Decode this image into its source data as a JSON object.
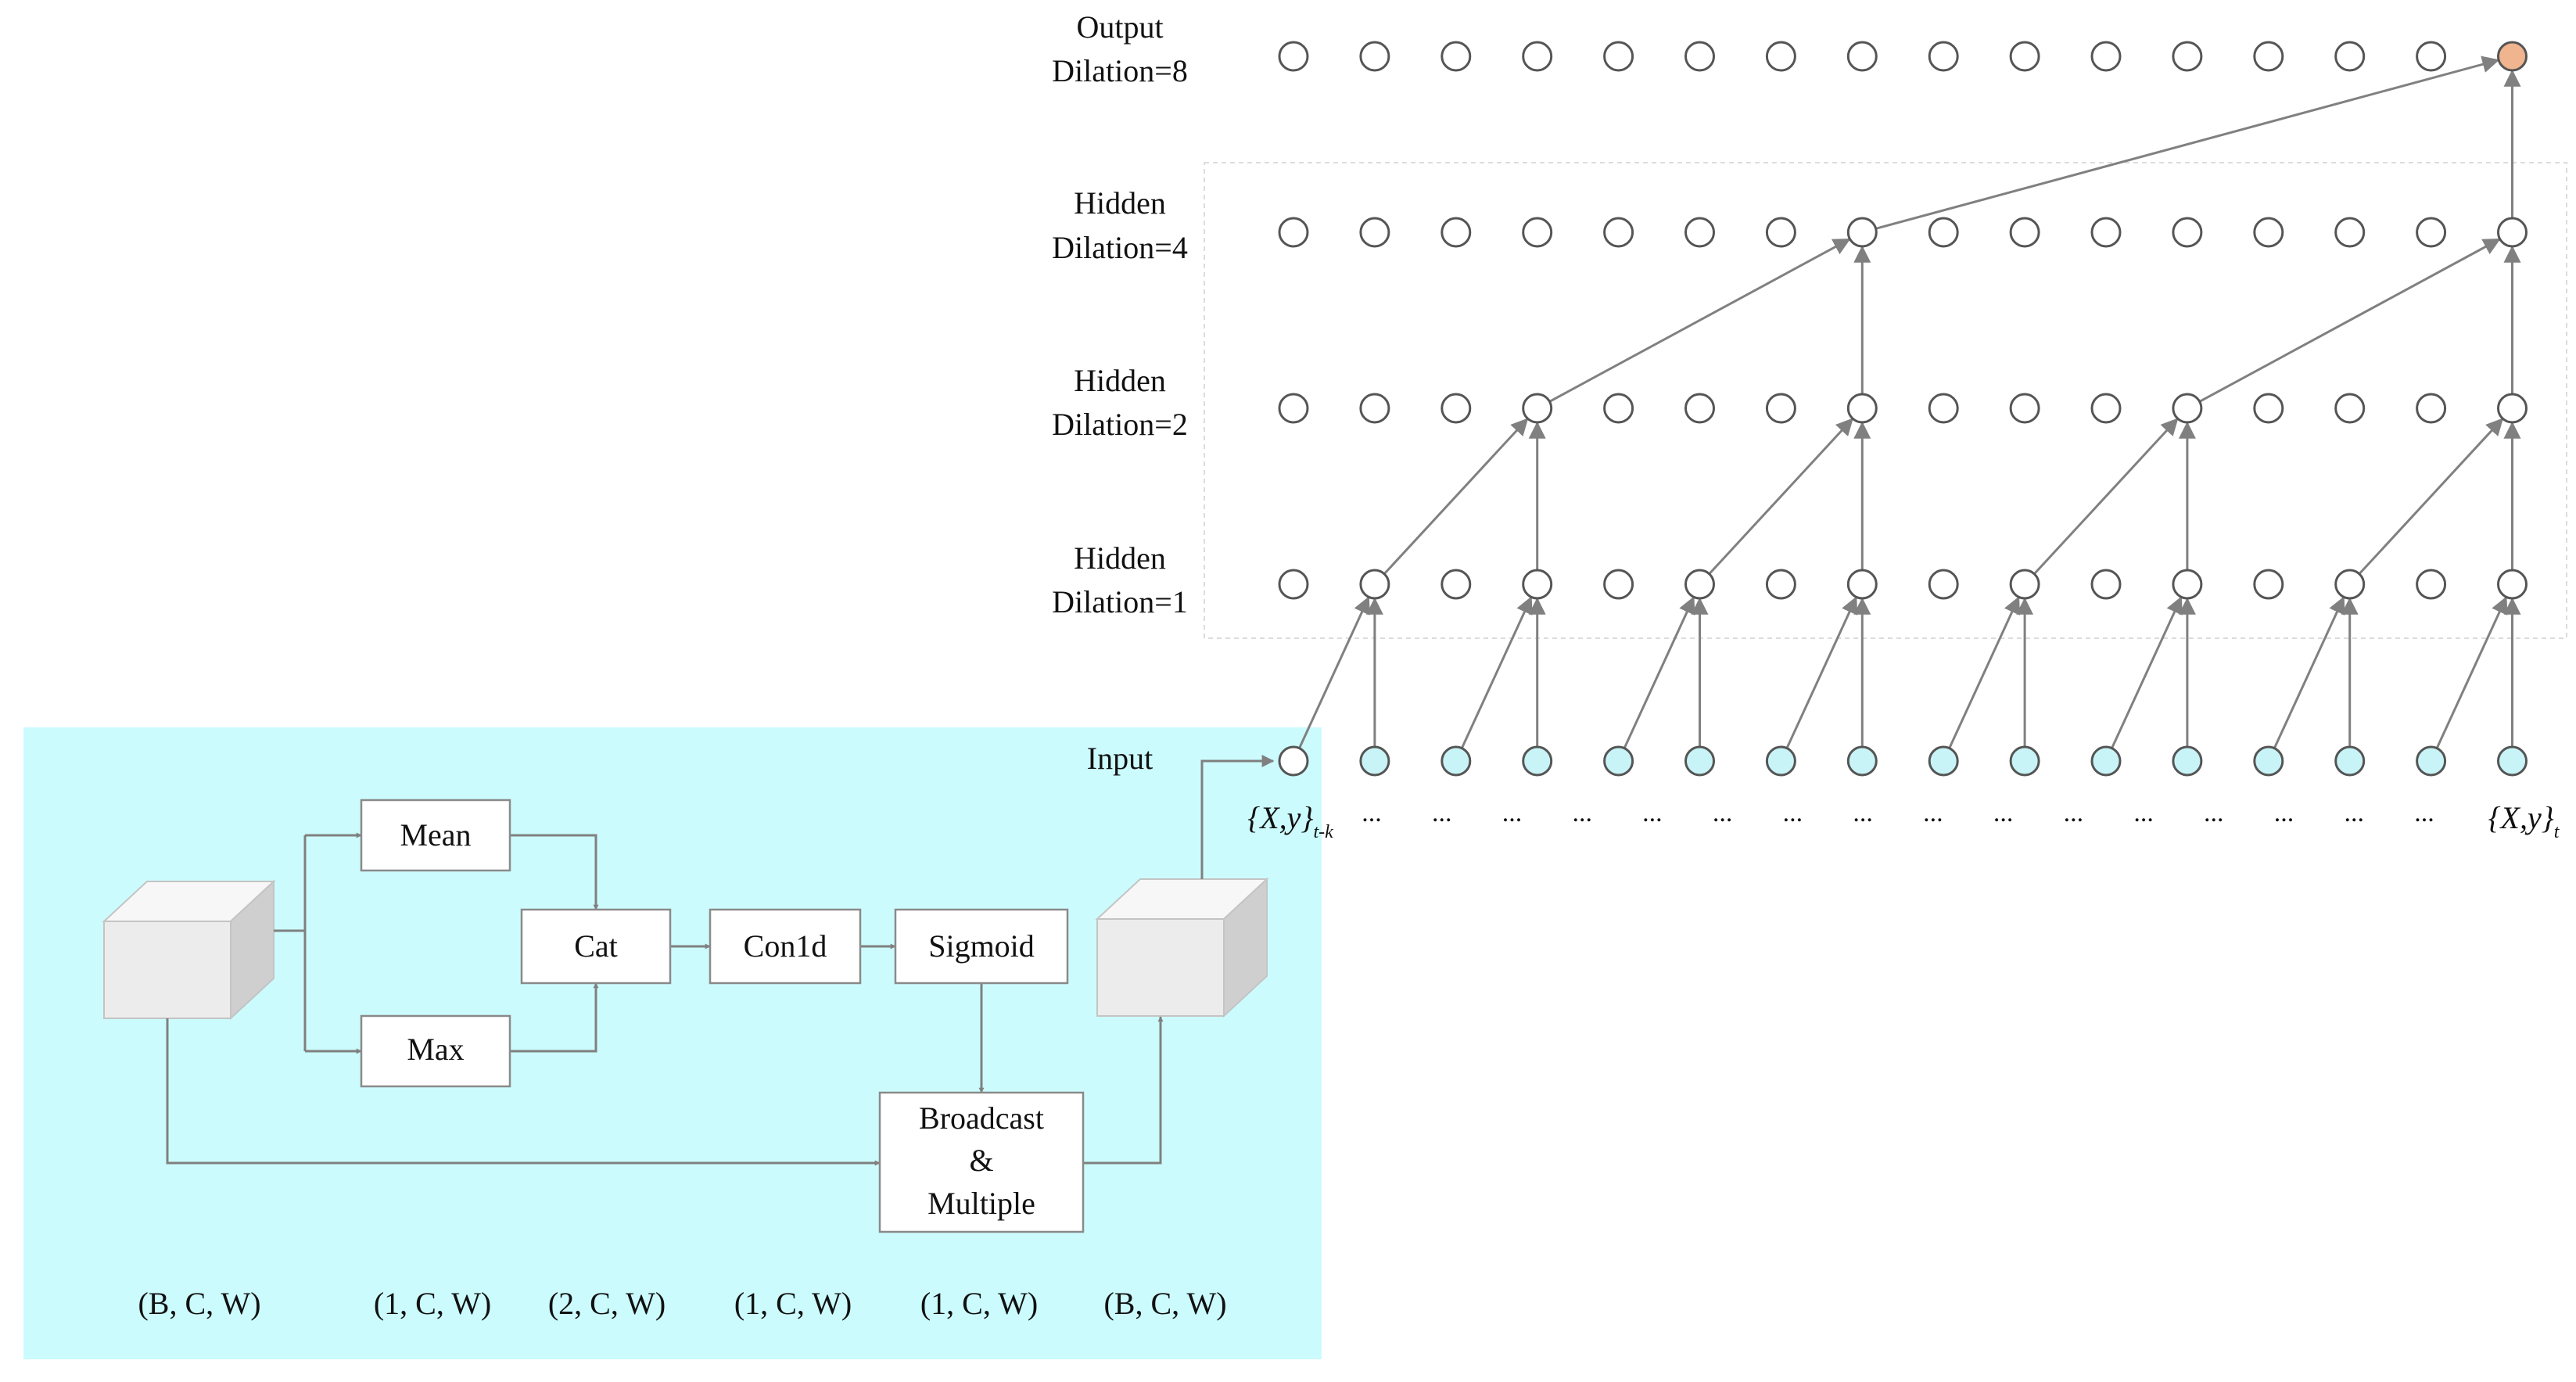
{
  "colors": {
    "panel_bg": "#ccfbfd",
    "input_node": "#c8f4f7",
    "hidden_node": "#ffffff",
    "output_node": "#f0b48f",
    "edge": "#808080"
  },
  "tcn": {
    "layers": [
      {
        "id": "output",
        "line1": "Output",
        "line2": "Dilation=8",
        "dilation": 8
      },
      {
        "id": "hidden4",
        "line1": "Hidden",
        "line2": "Dilation=4",
        "dilation": 4
      },
      {
        "id": "hidden2",
        "line1": "Hidden",
        "line2": "Dilation=2",
        "dilation": 2
      },
      {
        "id": "hidden1",
        "line1": "Hidden",
        "line2": "Dilation=1",
        "dilation": 1
      },
      {
        "id": "input",
        "line1": "Input",
        "line2": "",
        "dilation": 0
      }
    ],
    "node_count": 16,
    "input_first_label": {
      "base": "{X,y}",
      "sub": "t-k"
    },
    "input_last_label": {
      "base": "{X,y}",
      "sub": "t"
    },
    "ellipsis": "..."
  },
  "attention": {
    "mean": "Mean",
    "max": "Max",
    "cat": "Cat",
    "conv": "Con1d",
    "sigmoid": "Sigmoid",
    "broadcast": [
      "Broadcast",
      "&",
      "Multiple"
    ],
    "shapes": [
      "(B, C, W)",
      "(1, C, W)",
      "(2, C, W)",
      "(1, C, W)",
      "(1, C, W)",
      "(B, C, W)"
    ]
  }
}
